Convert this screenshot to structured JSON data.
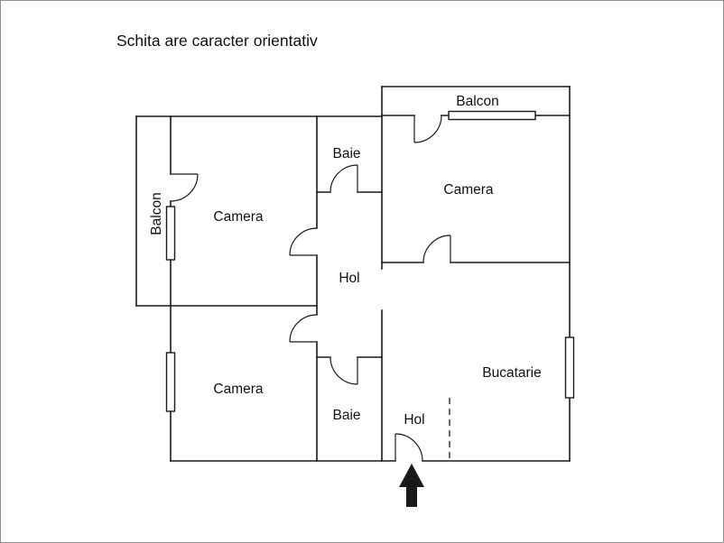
{
  "title": "Schita are caracter orientativ",
  "labels": {
    "balcon_left": "Balcon",
    "balcon_top": "Balcon",
    "camera_top_left": "Camera",
    "camera_top_right": "Camera",
    "baie_top": "Baie",
    "hol_middle": "Hol",
    "camera_bottom_left": "Camera",
    "baie_bottom": "Baie",
    "hol_bottom": "Hol",
    "bucatarie": "Bucatarie"
  },
  "colors": {
    "wall": "#1a1a1a",
    "text": "#111111",
    "arrow": "#1a1a1a",
    "page_border": "#8f8f8f",
    "background": "#ffffff"
  }
}
